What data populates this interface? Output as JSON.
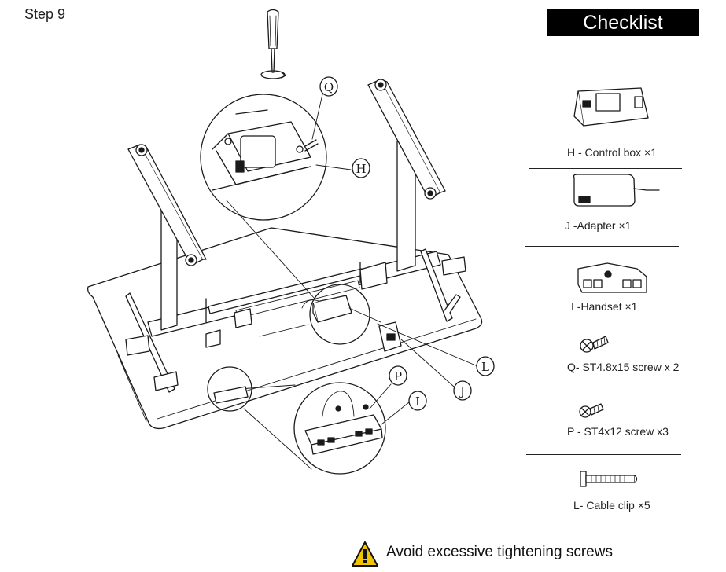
{
  "header": {
    "step": "Step  9",
    "checklist_title": "Checklist"
  },
  "callouts": {
    "q": "Q",
    "h": "H",
    "l": "L",
    "j": "J",
    "p": "P",
    "i": "I"
  },
  "checklist": {
    "items": [
      {
        "label": "H - Control box ×1",
        "icon": "control-box-icon"
      },
      {
        "label": "J -Adapter ×1",
        "icon": "adapter-icon"
      },
      {
        "label": "I -Handset ×1",
        "icon": "handset-icon"
      },
      {
        "label": "Q- ST4.8x15 screw x 2",
        "icon": "screw-icon"
      },
      {
        "label": "P - ST4x12 screw x3",
        "icon": "screw-icon"
      },
      {
        "label": "L- Cable clip ×5",
        "icon": "cable-clip-icon"
      }
    ]
  },
  "warning": {
    "text": "Avoid excessive tightening screws",
    "icon": "warning-icon",
    "color": "#f2c300"
  }
}
